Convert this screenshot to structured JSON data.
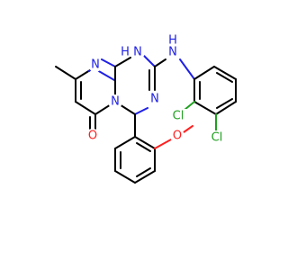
{
  "atoms": {
    "n1": {
      "label": "N",
      "color": "#1f20e5"
    },
    "n_h1": {
      "label": "N",
      "color": "#1f20e5"
    },
    "h_n1": {
      "label": "H",
      "color": "#1f20e5"
    },
    "n_nh": {
      "label": "N",
      "color": "#1f20e5"
    },
    "h_nh": {
      "label": "H",
      "color": "#1f20e5"
    },
    "n3": {
      "label": "N",
      "color": "#1f20e5"
    },
    "n4": {
      "label": "N",
      "color": "#1f20e5"
    },
    "o_keto": {
      "label": "O",
      "color": "#ff2020"
    },
    "o_ether": {
      "label": "O",
      "color": "#ff2020"
    },
    "cl1": {
      "label": "Cl",
      "color": "#1fa01f"
    },
    "cl2": {
      "label": "Cl",
      "color": "#1fa01f"
    }
  }
}
